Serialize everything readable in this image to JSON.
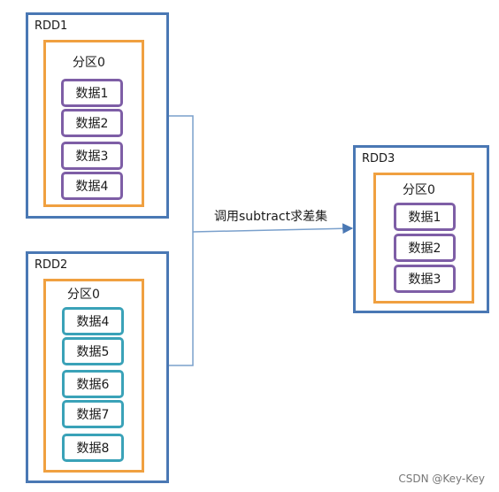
{
  "rdd1": {
    "title": "RDD1",
    "partition": "分区0",
    "items": [
      "数据1",
      "数据2",
      "数据3",
      "数据4"
    ]
  },
  "rdd2": {
    "title": "RDD2",
    "partition": "分区0",
    "items": [
      "数据4",
      "数据5",
      "数据6",
      "数据7",
      "数据8"
    ]
  },
  "rdd3": {
    "title": "RDD3",
    "partition": "分区0",
    "items": [
      "数据1",
      "数据2",
      "数据3"
    ]
  },
  "edge_label": "调用subtract求差集",
  "watermark": "CSDN @Key-Key",
  "colors": {
    "rdd_border": "#4a78b4",
    "partition_border": "#f0a040",
    "item_purple": "#7e5ea6",
    "item_teal": "#3aa2b8",
    "connector": "#7aa0cc"
  }
}
